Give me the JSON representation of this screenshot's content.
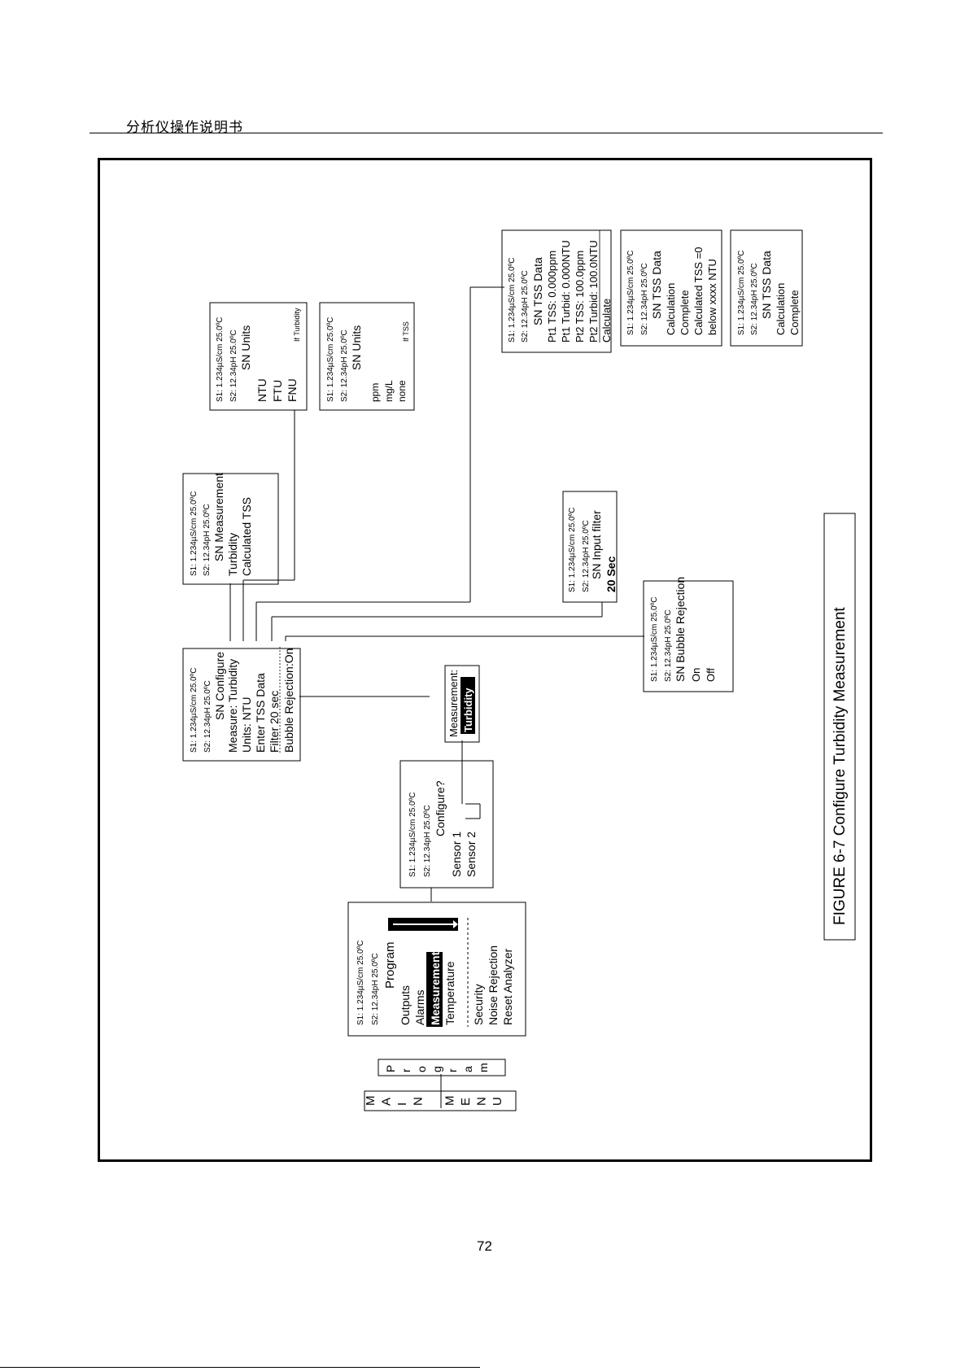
{
  "header": {
    "title": "分析仪操作说明书"
  },
  "page_number": "72",
  "figure": {
    "caption": "FIGURE 6-7 Configure Turbidity Measurement"
  },
  "main_menu": {
    "letters": [
      "M",
      "A",
      "I",
      "N",
      "",
      "M",
      "E",
      "N",
      "U"
    ]
  },
  "program_tab": {
    "letters": [
      "P",
      "r",
      "o",
      "g",
      "r",
      "a",
      "m"
    ]
  },
  "screens": {
    "program": {
      "lines": [
        "S1: 1.234µS/cm   25.0ºC",
        "S2: 12.34pH     25.0ºC",
        "Program",
        "Outputs",
        "Alarms",
        "Measurement",
        "Temperature",
        "Security",
        "Noise Rejection",
        "Reset Analyzer"
      ]
    },
    "configure": {
      "lines": [
        "S1: 1.234µS/cm   25.0ºC",
        "S2: 12.34pH     25.0ºC",
        "Configure?",
        "Sensor 1",
        "Sensor 2"
      ]
    },
    "measurement_sel": {
      "lines": [
        "Measurement:",
        "Turbidity"
      ]
    },
    "sn_configure": {
      "lines": [
        "S1: 1.234µS/cm   25.0ºC",
        "S2: 12.34pH     25.0ºC",
        "SN Configure",
        "Measure:    Turbidity",
        "Units:              NTU",
        "Enter           TSS Data",
        "Filter            20 sec",
        "Bubble Rejection:On"
      ]
    },
    "sn_measurement": {
      "lines": [
        "S1: 1.234µS/cm   25.0ºC",
        "S2: 12.34pH     25.0ºC",
        "SN Measurement",
        "Turbidity",
        "Calculated TSS"
      ]
    },
    "sn_units_turb": {
      "lines": [
        "S1: 1.234µS/cm   25.0ºC",
        "S2: 12.34pH     25.0ºC",
        "SN Units",
        "NTU",
        "FTU",
        "FNU",
        "If Turbidity"
      ]
    },
    "sn_units_tss": {
      "lines": [
        "S1: 1.234µS/cm   25.0ºC",
        "S2: 12.34pH     25.0ºC",
        "SN Units",
        "ppm",
        "mg/L",
        "none",
        "If TSS"
      ]
    },
    "sn_tss_data": {
      "lines": [
        "S1: 1.234µS/cm   25.0ºC",
        "S2: 12.34pH     25.0ºC",
        "SN TSS Data",
        "Pt1 TSS:   0.000ppm",
        "Pt1 Turbid: 0.000NTU",
        "Pt2 TSS:   100.0ppm",
        "Pt2 Turbid: 100.0NTU",
        "Calculate"
      ]
    },
    "tss_calc_error": {
      "lines": [
        "S1: 1.234µS/cm   25.0ºC",
        "S2: 12.34pH     25.0ºC",
        "SN TSS Data",
        "Calculation",
        "Complete",
        "Calculated TSS =0",
        "below xxxx NTU"
      ]
    },
    "tss_calc_complete": {
      "lines": [
        "S1: 1.234µS/cm   25.0ºC",
        "S2: 12.34pH     25.0ºC",
        "SN TSS Data",
        "Calculation",
        "Complete"
      ]
    },
    "input_filter": {
      "lines": [
        "S1: 1.234µS/cm   25.0ºC",
        "S2: 12.34pH     25.0ºC",
        "SN Input filter",
        "20 Sec"
      ]
    },
    "bubble_rejection": {
      "lines": [
        "S1: 1.234µS/cm   25.0ºC",
        "S2: 12.34pH     25.0ºC",
        "SN Bubble Rejection",
        "On",
        "Off"
      ]
    }
  }
}
